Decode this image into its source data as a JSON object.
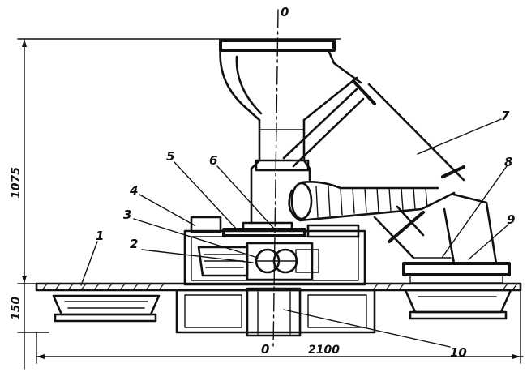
{
  "callouts": [
    {
      "id": "1",
      "text": "1"
    },
    {
      "id": "2",
      "text": "2"
    },
    {
      "id": "3",
      "text": "3"
    },
    {
      "id": "4",
      "text": "4"
    },
    {
      "id": "5",
      "text": "5"
    },
    {
      "id": "6",
      "text": "6"
    },
    {
      "id": "7",
      "text": "7"
    },
    {
      "id": "8",
      "text": "8"
    },
    {
      "id": "9",
      "text": "9"
    },
    {
      "id": "10",
      "text": "10"
    }
  ],
  "axis": {
    "top_label": "0",
    "bottom_label": "0"
  },
  "dimensions": {
    "height_upper": "1075",
    "height_lower": "150",
    "width_total": "2100"
  }
}
